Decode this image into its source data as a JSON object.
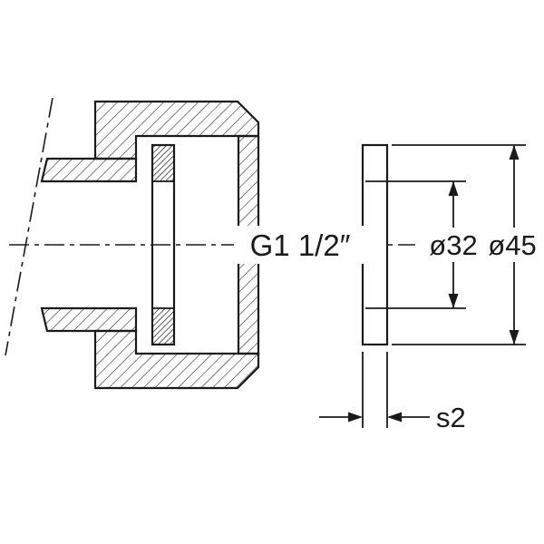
{
  "drawing": {
    "colors": {
      "line": "#1a1a1a",
      "background": "#ffffff"
    },
    "labels": {
      "thread_size": "G1 1/2″",
      "inner_diameter": "ø32",
      "outer_diameter": "ø45",
      "thickness": "s2"
    }
  }
}
